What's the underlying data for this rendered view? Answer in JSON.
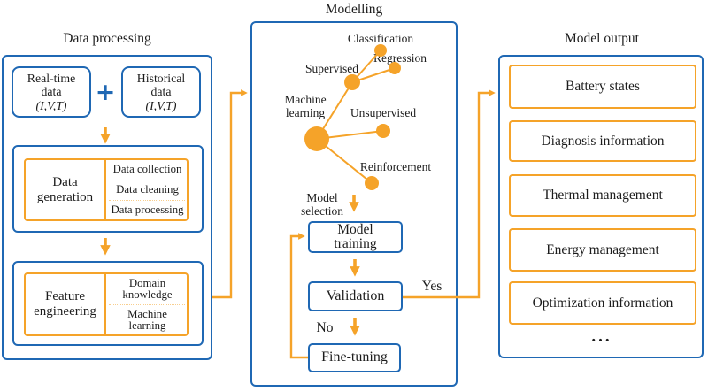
{
  "colors": {
    "blue": "#1F68B4",
    "orange": "#F5A329",
    "dash": "#F8CE8E",
    "text": "#1C1C1C"
  },
  "data_processing": {
    "title": "Data processing",
    "realtime": {
      "line1": "Real-time",
      "line2": "data",
      "vars": "(I,V,T)"
    },
    "plus": "+",
    "historical": {
      "line1": "Historical",
      "line2": "data",
      "vars": "(I,V,T)"
    },
    "data_generation": {
      "label": "Data generation",
      "items": [
        "Data collection",
        "Data cleaning",
        "Data processing"
      ]
    },
    "feature_engineering": {
      "label": "Feature engineering",
      "items": [
        "Domain knowledge",
        "Machine learning"
      ]
    }
  },
  "modelling": {
    "title": "Modelling",
    "graph_labels": {
      "machine_learning": "Machine learning",
      "supervised": "Supervised",
      "classification": "Classification",
      "regression": "Regression",
      "unsupervised": "Unsupervised",
      "reinforcement": "Reinforcement"
    },
    "model_selection": "Model selection",
    "model_training": "Model training",
    "validation": "Validation",
    "fine_tuning": "Fine-tuning",
    "yes_label": "Yes",
    "no_label": "No"
  },
  "model_output": {
    "title": "Model output",
    "items": [
      "Battery states",
      "Diagnosis information",
      "Thermal management",
      "Energy management",
      "Optimization information"
    ],
    "ellipsis": "..."
  }
}
